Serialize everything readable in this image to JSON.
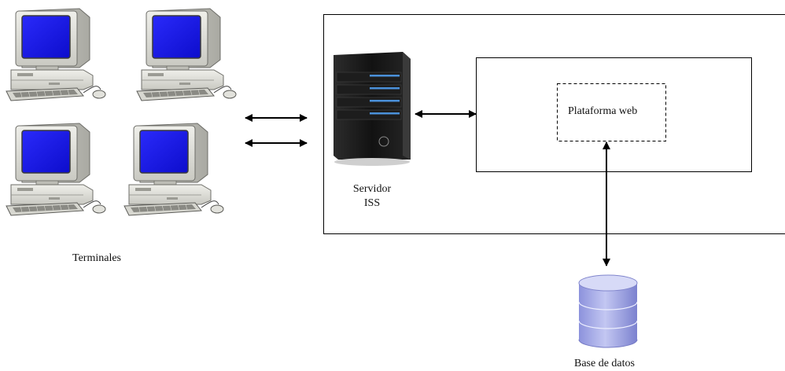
{
  "labels": {
    "terminals": "Terminales",
    "server_line1": "Servidor",
    "server_line2": "ISS",
    "platform": "Plataforma web",
    "database": "Base de datos"
  },
  "icons": {
    "terminal": "desktop-computer-icon",
    "server": "server-tower-icon",
    "database": "database-cylinder-icon"
  },
  "colors": {
    "screen": "#1616ee",
    "database_body": "#a6abe8",
    "server_body": "#151515",
    "server_accent": "#4a90d9"
  }
}
